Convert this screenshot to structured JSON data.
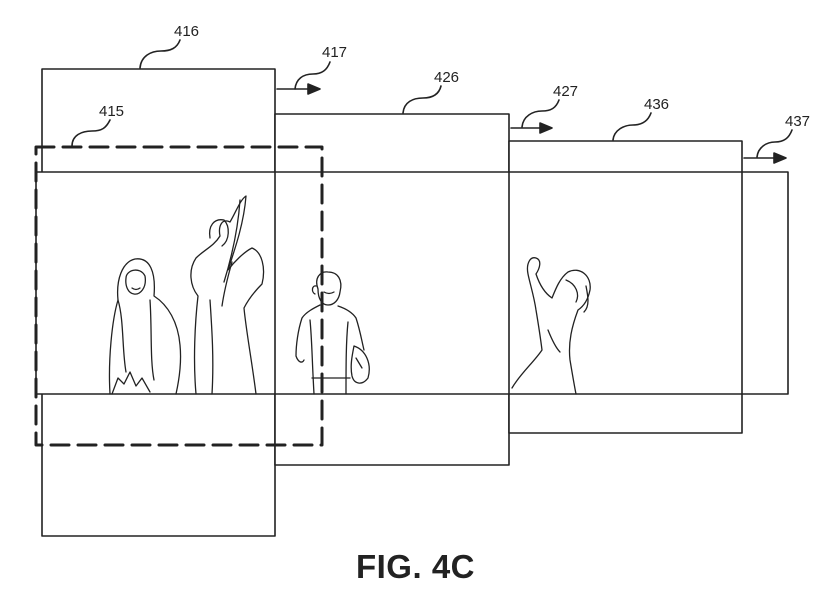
{
  "figure": {
    "caption": "FIG. 4C",
    "line_color": "#222222",
    "references": {
      "r415": "415",
      "r416": "416",
      "r417": "417",
      "r426": "426",
      "r427": "427",
      "r436": "436",
      "r437": "437"
    }
  }
}
